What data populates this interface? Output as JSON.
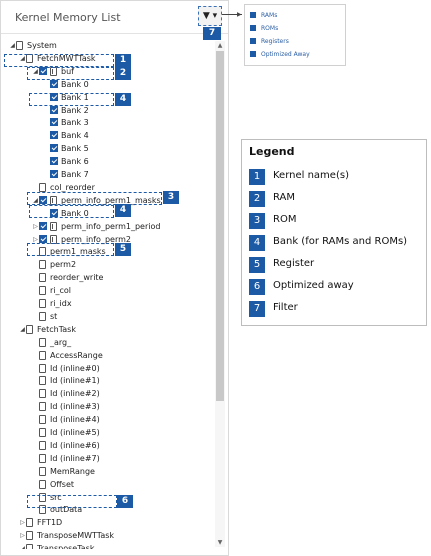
{
  "panel": {
    "title": "Kernel Memory List",
    "filter_button": "▼ ▾"
  },
  "tree": [
    {
      "label": "System",
      "indent": 0,
      "expander": "◢",
      "checkbox": false,
      "icon": "doc"
    },
    {
      "label": "FetchMWTTask",
      "indent": 1,
      "expander": "◢",
      "checkbox": false,
      "icon": "doc"
    },
    {
      "label": "buf",
      "indent": 2,
      "expander": "◢",
      "checkbox": true,
      "icon": "mem"
    },
    {
      "label": "Bank 0",
      "indent": 3,
      "expander": "",
      "checkbox": true,
      "icon": ""
    },
    {
      "label": "Bank 1",
      "indent": 3,
      "expander": "",
      "checkbox": true,
      "icon": ""
    },
    {
      "label": "Bank 2",
      "indent": 3,
      "expander": "",
      "checkbox": true,
      "icon": ""
    },
    {
      "label": "Bank 3",
      "indent": 3,
      "expander": "",
      "checkbox": true,
      "icon": ""
    },
    {
      "label": "Bank 4",
      "indent": 3,
      "expander": "",
      "checkbox": true,
      "icon": ""
    },
    {
      "label": "Bank 5",
      "indent": 3,
      "expander": "",
      "checkbox": true,
      "icon": ""
    },
    {
      "label": "Bank 6",
      "indent": 3,
      "expander": "",
      "checkbox": true,
      "icon": ""
    },
    {
      "label": "Bank 7",
      "indent": 3,
      "expander": "",
      "checkbox": true,
      "icon": ""
    },
    {
      "label": "col_reorder",
      "indent": 2,
      "expander": "",
      "checkbox": false,
      "icon": "doc"
    },
    {
      "label": "perm_info_perm1_masks",
      "indent": 2,
      "expander": "◢",
      "checkbox": true,
      "icon": "mem"
    },
    {
      "label": "Bank 0",
      "indent": 3,
      "expander": "",
      "checkbox": true,
      "icon": ""
    },
    {
      "label": "perm_info_perm1_period",
      "indent": 2,
      "expander": "▷",
      "checkbox": true,
      "icon": "mem"
    },
    {
      "label": "perm_info_perm2",
      "indent": 2,
      "expander": "▷",
      "checkbox": true,
      "icon": "mem"
    },
    {
      "label": "perm1_masks",
      "indent": 2,
      "expander": "",
      "checkbox": false,
      "icon": "doc"
    },
    {
      "label": "perm2",
      "indent": 2,
      "expander": "",
      "checkbox": false,
      "icon": "doc"
    },
    {
      "label": "reorder_write",
      "indent": 2,
      "expander": "",
      "checkbox": false,
      "icon": "doc"
    },
    {
      "label": "ri_col",
      "indent": 2,
      "expander": "",
      "checkbox": false,
      "icon": "doc"
    },
    {
      "label": "ri_idx",
      "indent": 2,
      "expander": "",
      "checkbox": false,
      "icon": "doc"
    },
    {
      "label": "st",
      "indent": 2,
      "expander": "",
      "checkbox": false,
      "icon": "doc"
    },
    {
      "label": "FetchTask",
      "indent": 1,
      "expander": "◢",
      "checkbox": false,
      "icon": "doc"
    },
    {
      "label": "_arg_",
      "indent": 2,
      "expander": "",
      "checkbox": false,
      "icon": "doc"
    },
    {
      "label": "AccessRange",
      "indent": 2,
      "expander": "",
      "checkbox": false,
      "icon": "doc"
    },
    {
      "label": "Id (inline#0)",
      "indent": 2,
      "expander": "",
      "checkbox": false,
      "icon": "doc"
    },
    {
      "label": "Id (inline#1)",
      "indent": 2,
      "expander": "",
      "checkbox": false,
      "icon": "doc"
    },
    {
      "label": "Id (inline#2)",
      "indent": 2,
      "expander": "",
      "checkbox": false,
      "icon": "doc"
    },
    {
      "label": "Id (inline#3)",
      "indent": 2,
      "expander": "",
      "checkbox": false,
      "icon": "doc"
    },
    {
      "label": "Id (inline#4)",
      "indent": 2,
      "expander": "",
      "checkbox": false,
      "icon": "doc"
    },
    {
      "label": "Id (inline#5)",
      "indent": 2,
      "expander": "",
      "checkbox": false,
      "icon": "doc"
    },
    {
      "label": "Id (inline#6)",
      "indent": 2,
      "expander": "",
      "checkbox": false,
      "icon": "doc"
    },
    {
      "label": "Id (inline#7)",
      "indent": 2,
      "expander": "",
      "checkbox": false,
      "icon": "doc"
    },
    {
      "label": "MemRange",
      "indent": 2,
      "expander": "",
      "checkbox": false,
      "icon": "doc"
    },
    {
      "label": "Offset",
      "indent": 2,
      "expander": "",
      "checkbox": false,
      "icon": "doc"
    },
    {
      "label": "src",
      "indent": 2,
      "expander": "",
      "checkbox": false,
      "icon": "doc"
    },
    {
      "label": "outData",
      "indent": 2,
      "expander": "",
      "checkbox": false,
      "icon": "doc"
    },
    {
      "label": "FFT1D",
      "indent": 1,
      "expander": "▷",
      "checkbox": false,
      "icon": "doc"
    },
    {
      "label": "TransposeMWTTask",
      "indent": 1,
      "expander": "▷",
      "checkbox": false,
      "icon": "doc"
    },
    {
      "label": "TransposeTask",
      "indent": 1,
      "expander": "◢",
      "checkbox": false,
      "icon": "doc"
    }
  ],
  "callouts": [
    "1",
    "2",
    "4",
    "3",
    "4",
    "5",
    "6",
    "7"
  ],
  "filter_menu": {
    "items": [
      "RAMs",
      "ROMs",
      "Registers",
      "Optimized Away"
    ]
  },
  "legend": {
    "title": "Legend",
    "items": [
      {
        "num": "1",
        "text": "Kernel name(s)"
      },
      {
        "num": "2",
        "text": "RAM"
      },
      {
        "num": "3",
        "text": "ROM"
      },
      {
        "num": "4",
        "text": "Bank (for RAMs and ROMs)"
      },
      {
        "num": "5",
        "text": "Register"
      },
      {
        "num": "6",
        "text": "Optimized away"
      },
      {
        "num": "7",
        "text": "Filter"
      }
    ]
  },
  "colors": {
    "accent": "#1c5aa6",
    "text": "#222222",
    "border": "#d9d9d9"
  },
  "scrollbar": {
    "up": "▲",
    "down": "▼"
  }
}
